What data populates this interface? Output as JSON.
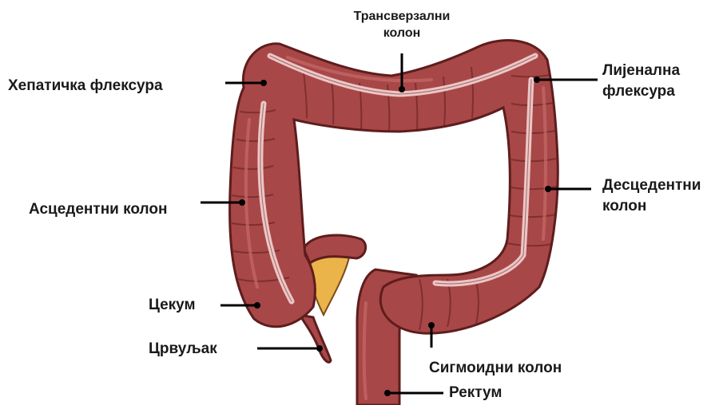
{
  "labels": {
    "transverse_1": "Трансверзални",
    "transverse_2": "колон",
    "hepatic": "Хепатичка флексура",
    "splenic_1": "Лијенална",
    "splenic_2": "флексура",
    "ascending": "Асцедентни колон",
    "descending_1": "Десцедентни",
    "descending_2": "колон",
    "cecum": "Цекум",
    "appendix": "Црвуљак",
    "sigmoid": "Сигмоидни колон",
    "rectum": "Ректум"
  },
  "colors": {
    "colon": "#a84747",
    "colon_dark": "#5e1d1d",
    "colon_light": "#c86a6a",
    "inner_stripe": "#ecc6c6",
    "fat": "#eab44a",
    "line": "#000000"
  }
}
